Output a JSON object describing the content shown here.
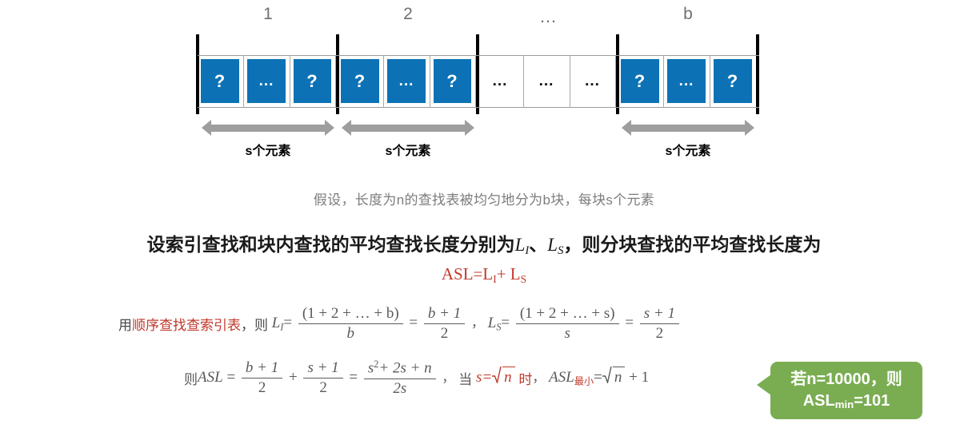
{
  "diagram": {
    "block_labels": [
      "1",
      "2",
      "…",
      "b"
    ],
    "blocks": [
      {
        "cells": [
          "?",
          "...",
          "?"
        ],
        "type": "blue"
      },
      {
        "cells": [
          "?",
          "...",
          "?"
        ],
        "type": "blue"
      },
      {
        "cells": [
          "...",
          "...",
          "..."
        ],
        "type": "empty"
      },
      {
        "cells": [
          "?",
          "...",
          "?"
        ],
        "type": "blue"
      }
    ],
    "span_label": "s个元素",
    "colors": {
      "cell_blue": "#0c72b5",
      "arrow_gray": "#9e9e9e",
      "separator": "#000000"
    }
  },
  "text": {
    "assumption": "假设，长度为n的查找表被均匀地分为b块，每块s个元素",
    "definition_prefix": "设索引查找和块内查找的平均查找长度分别为",
    "definition_symbol_1": "L",
    "definition_symbol_1_sub": "I",
    "definition_joiner": "、",
    "definition_symbol_2": "L",
    "definition_symbol_2_sub": "S",
    "definition_suffix": "，则分块查找的平均查找长度为",
    "asl_formula": "ASL=L",
    "asl_sub_1": "I",
    "asl_plus": "+ L",
    "asl_sub_2": "S"
  },
  "formula_1": {
    "lead_plain": "用",
    "lead_red": "顺序查找查索引表",
    "lead_tail": "，则",
    "li_symbol": "L",
    "li_sub": "I",
    "eq": "=",
    "li_num": "(1 + 2 + … + b)",
    "li_den": "b",
    "li_result_num": "b + 1",
    "li_result_den": "2",
    "comma": "，",
    "ls_symbol": "L",
    "ls_sub": "S",
    "ls_num": "(1 + 2 + … + s)",
    "ls_den": "s",
    "ls_result_num": "s + 1",
    "ls_result_den": "2"
  },
  "formula_2": {
    "prefix_cjk": "则",
    "asl": "ASL",
    "eq1": "=",
    "t1_num": "b + 1",
    "t1_den": "2",
    "plus": "+",
    "t2_num": "s + 1",
    "t2_den": "2",
    "eq2": "=",
    "t3_num_a": "s",
    "t3_num_sup": "2",
    "t3_num_b": "+ 2s + n",
    "t3_den": "2s",
    "comma": "，",
    "when": "当",
    "s_eq": "s=",
    "sqrt_n": "n",
    "shi": "时",
    "comma2": "，",
    "asl_min": "ASL",
    "asl_min_sub": "最小",
    "asl_min_eq": "=",
    "asl_min_sqrt": "n",
    "asl_min_plus1": "+ 1"
  },
  "callout": {
    "line1": "若n=10000，则",
    "line2_main": "ASL",
    "line2_sub": "min",
    "line2_tail": "=101",
    "color": "#7aad52"
  }
}
